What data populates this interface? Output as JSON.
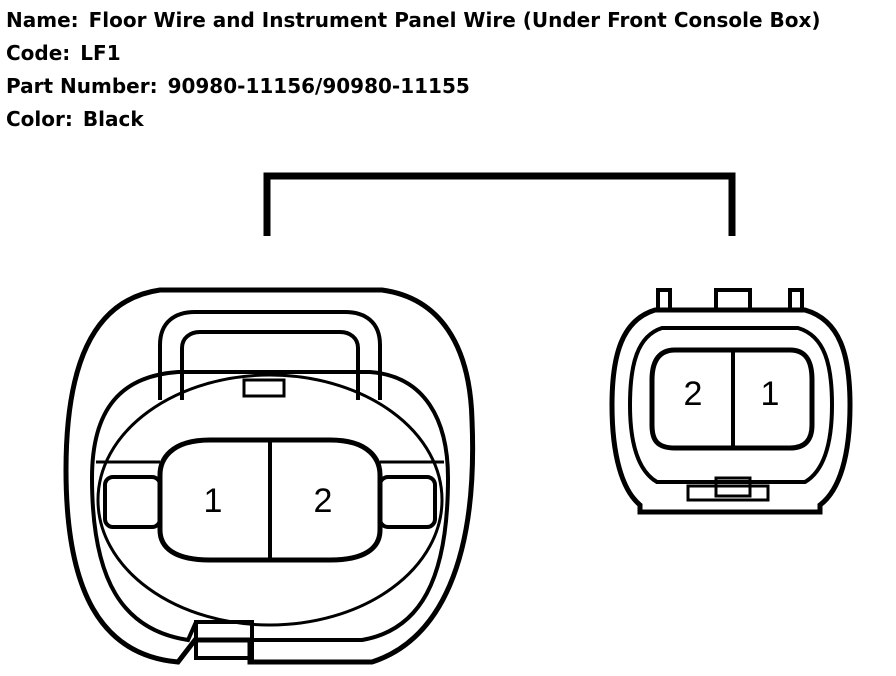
{
  "info": {
    "name": {
      "label": "Name:",
      "value": "Floor Wire and Instrument Panel Wire (Under Front Console Box)"
    },
    "code": {
      "label": "Code:",
      "value": "LF1"
    },
    "part_number": {
      "label": "Part Number:",
      "value": "90980-11156/90980-11155"
    },
    "color": {
      "label": "Color:",
      "value": "Black"
    }
  },
  "connector_left": {
    "pin_a": "1",
    "pin_b": "2"
  },
  "connector_right": {
    "pin_a": "2",
    "pin_b": "1"
  }
}
